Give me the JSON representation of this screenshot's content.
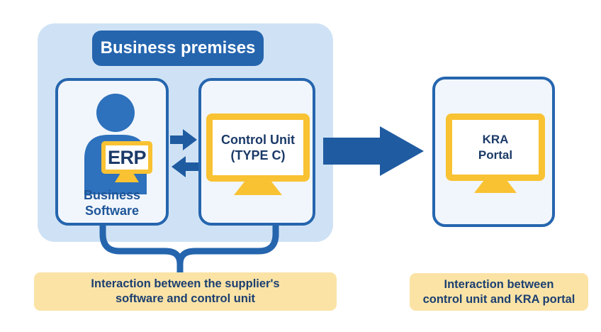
{
  "diagram": {
    "business_premises": {
      "title": "Business premises",
      "business_software": {
        "screen_label": "ERP",
        "label": "Business\nSoftware"
      },
      "control_unit": {
        "screen_label": "Control Unit\n(TYPE C)"
      }
    },
    "kra_portal": {
      "screen_label": "KRA\nPortal"
    },
    "captions": {
      "supplier": "Interaction between the supplier's\nsoftware and control unit",
      "kra": "Interaction between\ncontrol unit and KRA portal"
    },
    "colors": {
      "container_bg": "#cfe2f5",
      "node_bg": "#f1f6fc",
      "primary_blue": "#2565ae",
      "arrow_blue": "#1f5ba1",
      "person_blue": "#2e71bc",
      "navy_text": "#1b3a68",
      "software_label_blue": "#1e5598",
      "monitor_yellow": "#f9c233",
      "caption_bg": "#fbe3a6"
    }
  }
}
